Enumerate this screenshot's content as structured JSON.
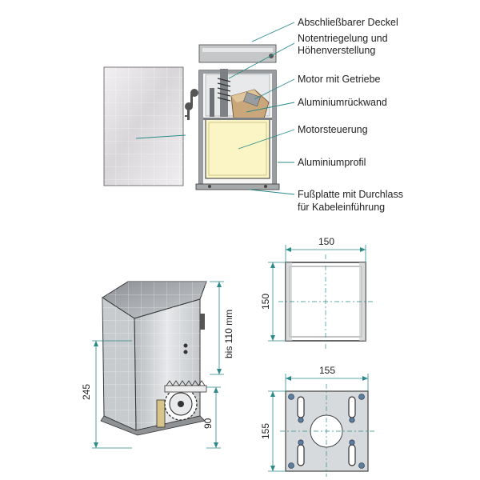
{
  "labels": {
    "lid": "Abschließbarer Deckel",
    "emergency_line1": "Notentriegelung und",
    "emergency_line2": "Höhenverstellung",
    "motor": "Motor mit Getriebe",
    "back_wall": "Aluminiumrückwand",
    "controller": "Motorsteuerung",
    "profile": "Aluminiumprofil",
    "base_line1": "Fußplatte mit Durchlass",
    "base_line2": "für Kabeleinführung"
  },
  "dimensions": {
    "height_total": "245",
    "height_adjust": "bis 110 mm",
    "rack_height": "90",
    "profile_width": "150",
    "profile_depth": "150",
    "plate_width": "155",
    "plate_depth": "155"
  },
  "colors": {
    "leader": "#2a8a8a",
    "controller_fill": "#fbf4c4",
    "metal": "#d7dadd",
    "cover": "#ece7ec"
  }
}
